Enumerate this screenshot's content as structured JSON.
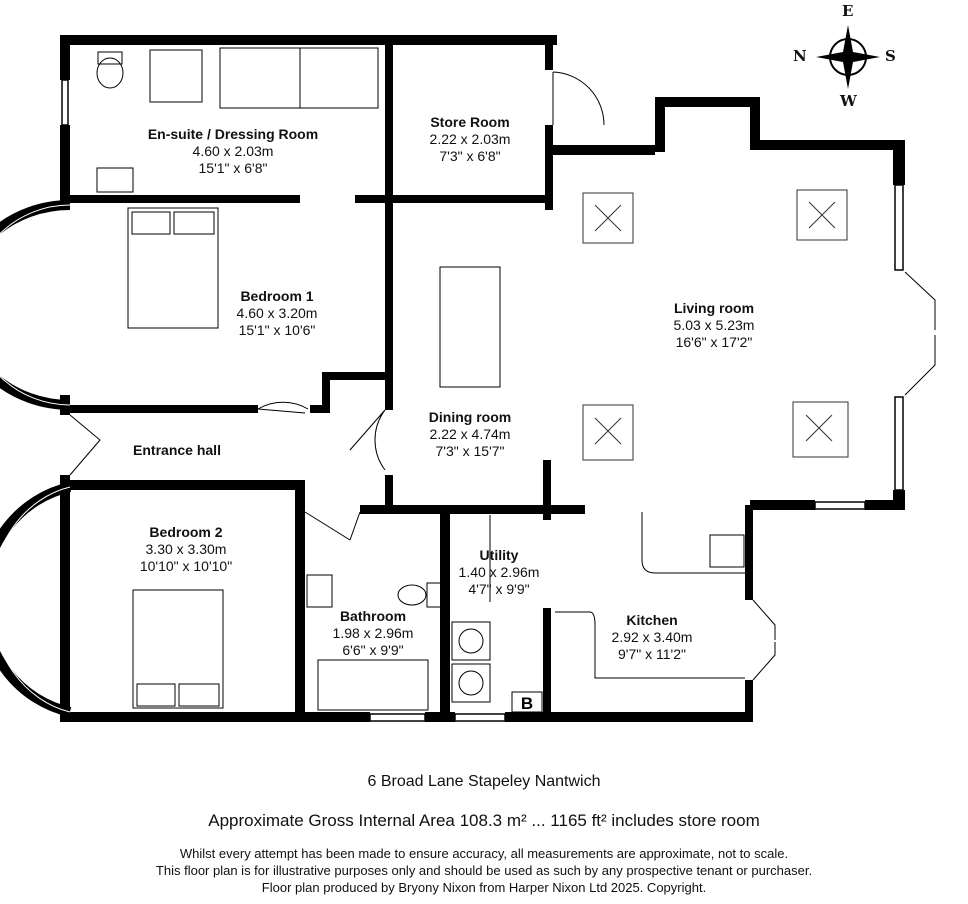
{
  "rooms": {
    "ensuite": {
      "name": "En-suite / Dressing Room",
      "metric": "4.60 x 2.03m",
      "imperial": "15'1\" x 6'8\""
    },
    "store": {
      "name": "Store Room",
      "metric": "2.22 x 2.03m",
      "imperial": "7'3\" x 6'8\""
    },
    "bedroom1": {
      "name": "Bedroom 1",
      "metric": "4.60 x 3.20m",
      "imperial": "15'1\" x 10'6\""
    },
    "living": {
      "name": "Living room",
      "metric": "5.03 x 5.23m",
      "imperial": "16'6\" x 17'2\""
    },
    "dining": {
      "name": "Dining room",
      "metric": "2.22 x 4.74m",
      "imperial": "7'3\" x 15'7\""
    },
    "hall": {
      "name": "Entrance hall"
    },
    "bedroom2": {
      "name": "Bedroom 2",
      "metric": "3.30 x 3.30m",
      "imperial": "10'10\" x 10'10\""
    },
    "bathroom": {
      "name": "Bathroom",
      "metric": "1.98 x 2.96m",
      "imperial": "6'6\" x 9'9\""
    },
    "utility": {
      "name": "Utility",
      "metric": "1.40 x 2.96m",
      "imperial": "4'7\" x 9'9\""
    },
    "kitchen": {
      "name": "Kitchen",
      "metric": "2.92 x 3.40m",
      "imperial": "9'7\" x 11'2\""
    }
  },
  "boiler_label": "B",
  "compass": {
    "n": "N",
    "e": "E",
    "s": "S",
    "w": "W"
  },
  "footer": {
    "address": "6 Broad Lane Stapeley Nantwich",
    "area": "Approximate Gross Internal Area 108.3 m² ... 1165 ft² includes store room",
    "disclaimer1": "Whilst every attempt has been made to ensure accuracy, all measurements are approximate, not to scale.",
    "disclaimer2": "This floor plan is for illustrative purposes only and should be used as such by any prospective tenant or purchaser.",
    "disclaimer3": "Floor plan produced by Bryony Nixon from Harper Nixon Ltd 2025. Copyright."
  }
}
